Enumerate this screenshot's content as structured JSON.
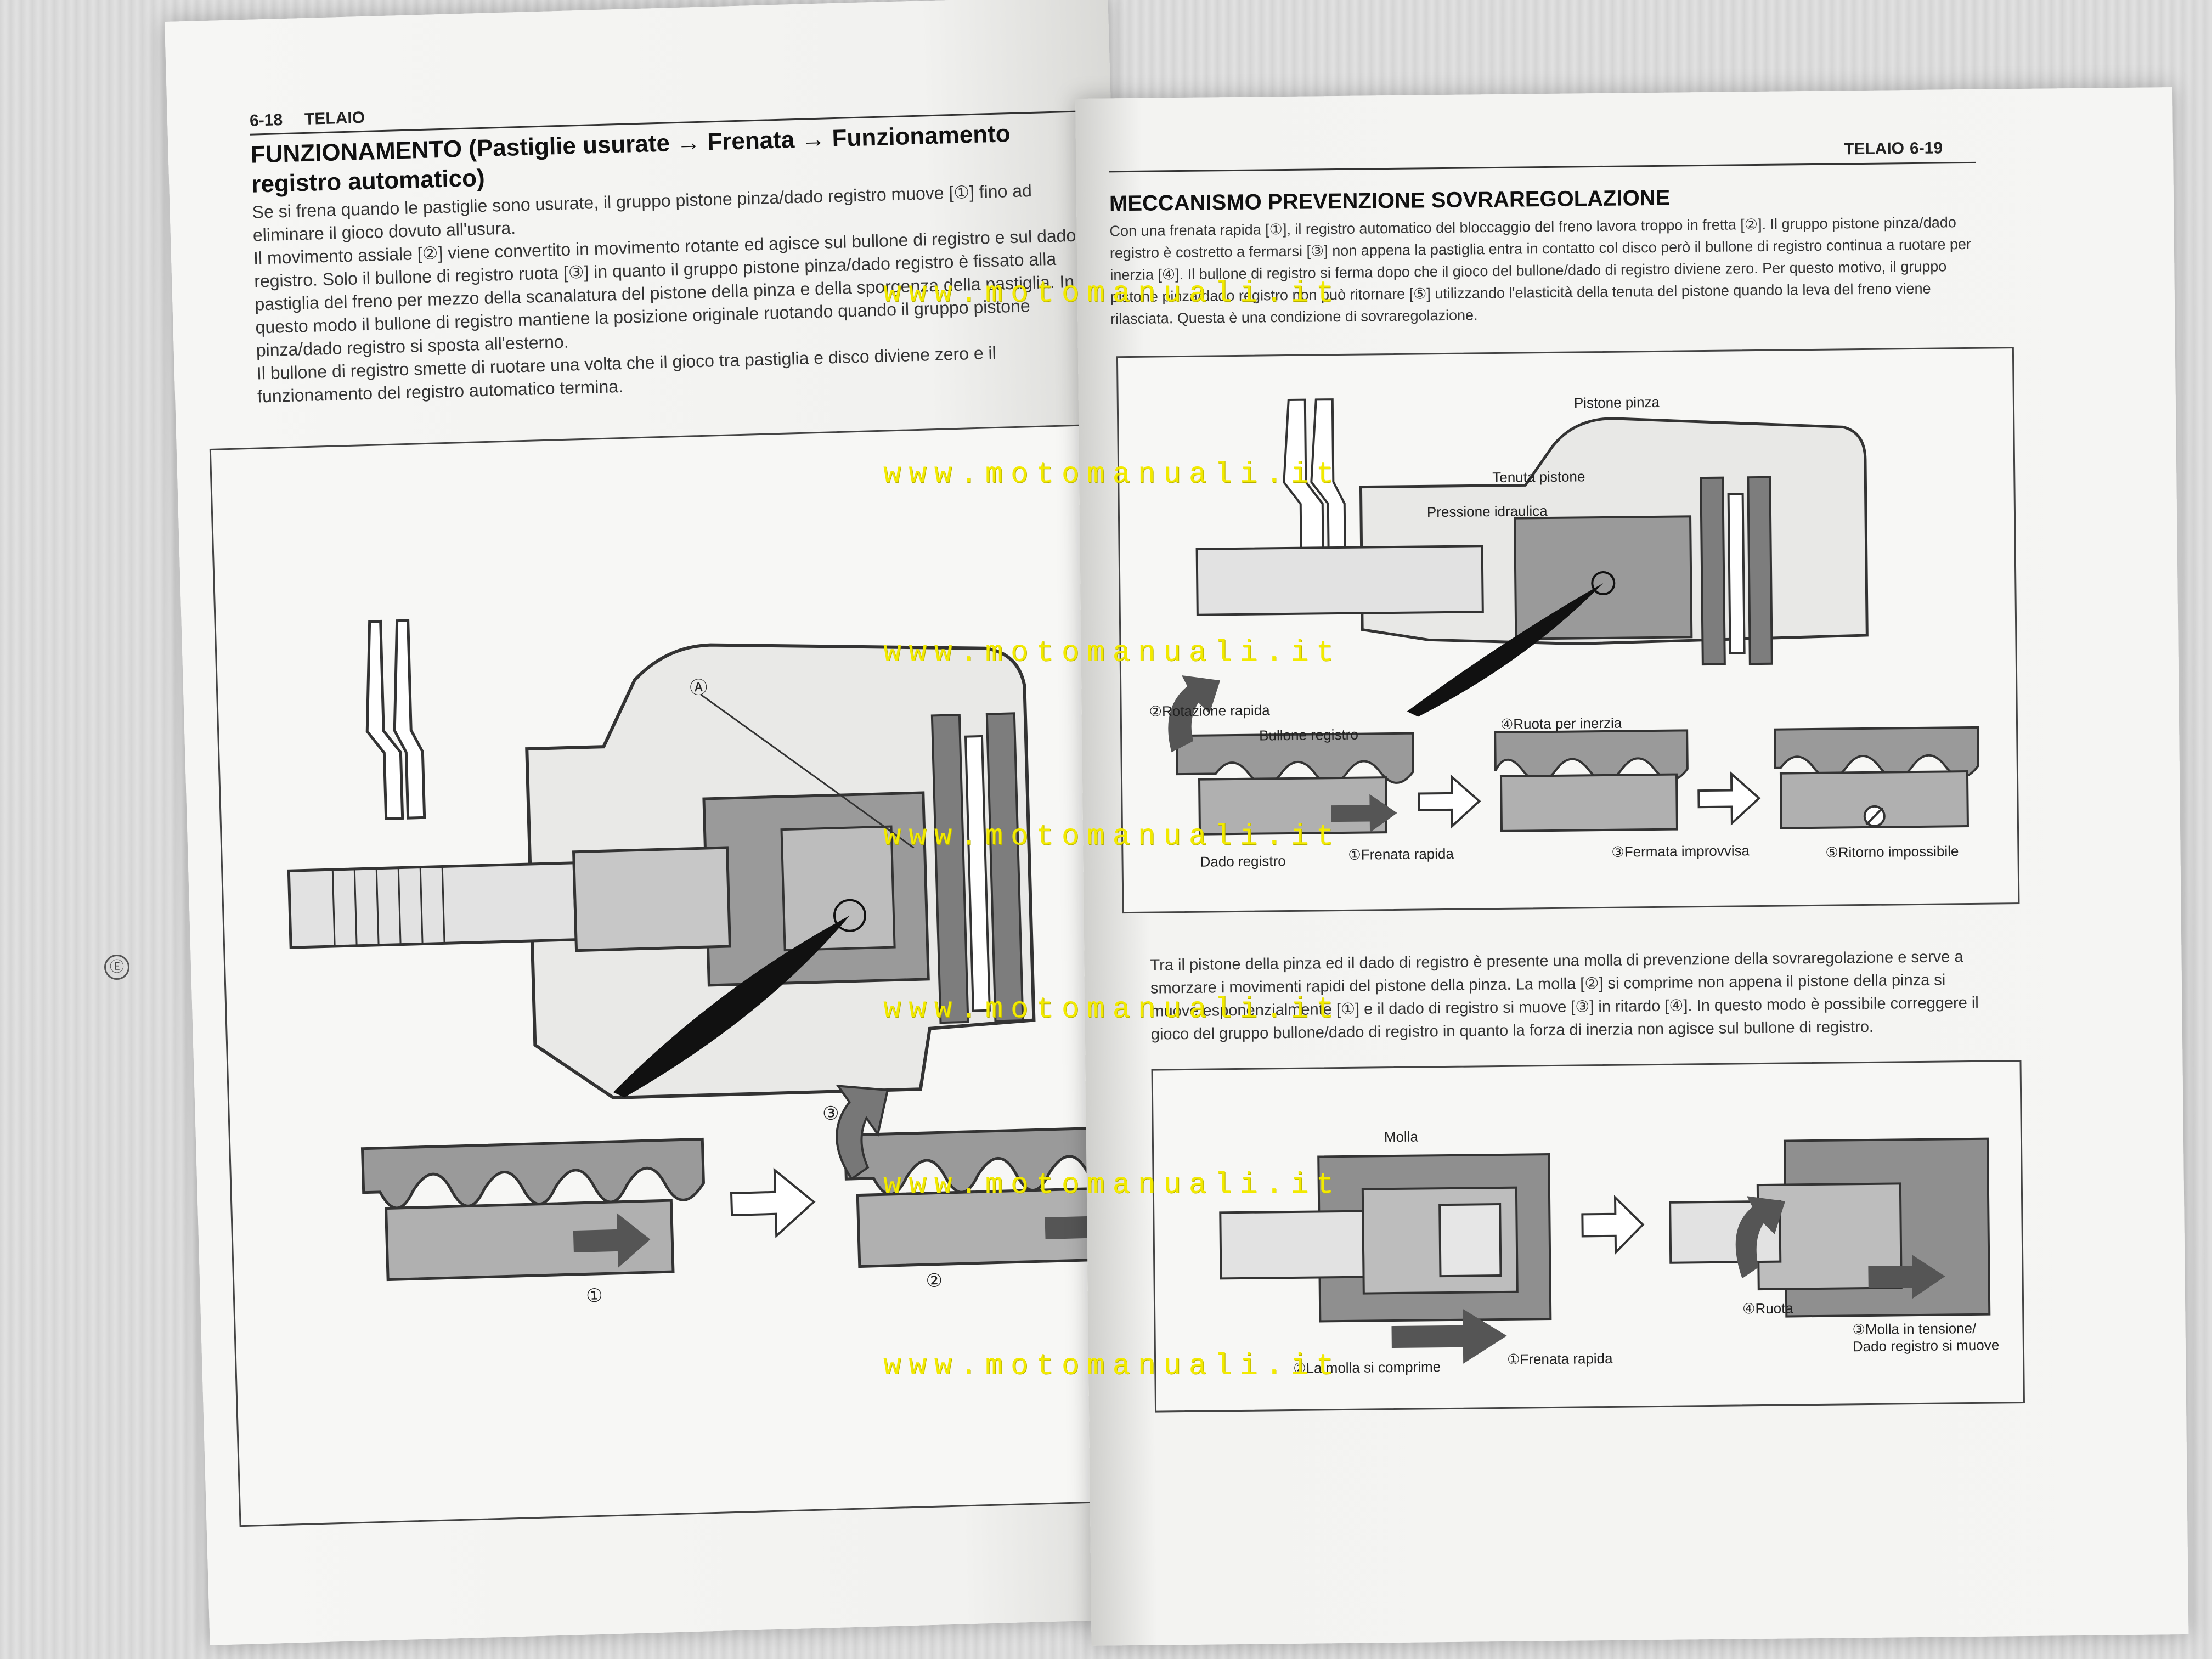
{
  "left_page": {
    "header": {
      "page_number": "6-18",
      "section": "TELAIO"
    },
    "title": "FUNZIONAMENTO (Pastiglie usurate → Frenata → Funzionamento registro automatico)",
    "paragraphs": [
      "Se si frena quando le pastiglie sono usurate, il gruppo pistone pinza/dado registro muove [①] fino ad eliminare il gioco dovuto all'usura.",
      "Il movimento assiale [②] viene convertito in movimento rotante ed agisce sul bullone di registro e sul dado di registro. Solo il bullone di registro ruota [③] in quanto il gruppo pistone pinza/dado registro è fissato alla pastiglia del freno per mezzo della scanalatura del pistone della pinza e della sporgenza della pastiglia. In questo modo il bullone di registro mantiene la posizione originale ruotando quando il gruppo pistone pinza/dado registro si sposta all'esterno.",
      "Il bullone di registro smette di ruotare una volta che il gioco tra pastiglia e disco diviene zero e il funzionamento del registro automatico termina."
    ],
    "figure_labels": {
      "a": "Ⓐ",
      "step1": "①",
      "step2": "②",
      "step3": "③"
    },
    "side_mark": "Ⓔ"
  },
  "right_page": {
    "header": {
      "section": "TELAIO",
      "page_number": "6-19"
    },
    "title": "MECCANISMO PREVENZIONE SOVRAREGOLAZIONE",
    "paragraph1": "Con una frenata rapida [①], il registro automatico del bloccaggio del freno lavora troppo in fretta [②]. Il gruppo pistone pinza/dado registro è costretto a fermarsi [③] non appena la pastiglia entra in contatto col disco però il bullone di registro continua a ruotare per inerzia [④]. Il bullone di registro si ferma dopo che il gioco del bullone/dado di registro diviene zero. Per questo motivo, il gruppo pistone pinza/dado registro non può ritornare [⑤] utilizzando l'elasticità della tenuta del pistone quando la leva del freno viene rilasciata. Questa è una condizione di sovraregolazione.",
    "figure1_labels": {
      "pistone_pinza": "Pistone pinza",
      "tenuta_pistone": "Tenuta pistone",
      "pressione": "Pressione idraulica",
      "rotazione": "②Rotazione rapida",
      "bullone": "Bullone registro",
      "ruota_inerzia": "④Ruota per inerzia",
      "dado": "Dado registro",
      "frenata": "①Frenata rapida",
      "fermata": "③Fermata improvvisa",
      "ritorno": "⑤Ritorno impossibile"
    },
    "paragraph2": "Tra il pistone della pinza ed il dado di registro è presente una molla di prevenzione della sovraregolazione e serve a smorzare i movimenti rapidi del pistone della pinza. La molla [②] si comprime non appena il pistone della pinza si muove esponenzialmente [①] e il dado di registro si muove [③] in ritardo [④]. In questo modo è possibile correggere il gioco del gruppo bullone/dado di registro in quanto la forza di inerzia non agisce sul bullone di registro.",
    "figure2_labels": {
      "molla": "Molla",
      "comprime": "②La molla si comprime",
      "frenata": "①Frenata rapida",
      "ruota": "④Ruota",
      "tensione": "③Molla in tensione/ Dado registro si muove"
    }
  },
  "watermark": "www.motomanuali.it",
  "colors": {
    "watermark": "#f2ea00",
    "page": "#f5f5f3",
    "ink": "#333333",
    "part_fill": "#8f8f8f"
  }
}
